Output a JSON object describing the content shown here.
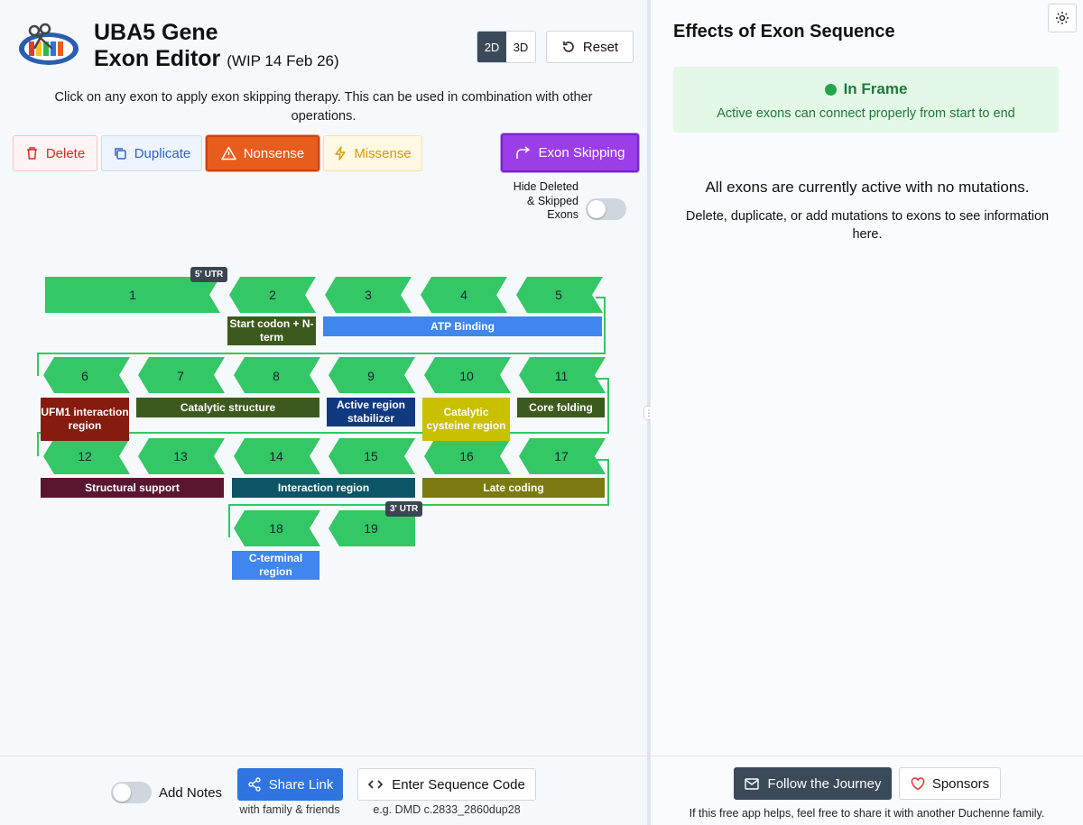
{
  "header": {
    "title_line1": "UBA5 Gene",
    "title_line2": "Exon Editor",
    "wip": "(WIP 14 Feb 26)",
    "view_2d": "2D",
    "view_3d": "3D",
    "reset_label": "Reset"
  },
  "instructions": "Click on any exon to apply exon skipping therapy. This can be used in combination with other operations.",
  "operations": {
    "delete": "Delete",
    "duplicate": "Duplicate",
    "nonsense": "Nonsense",
    "missense": "Missense",
    "exon_skipping": "Exon Skipping"
  },
  "hide_toggle_label": "Hide Deleted & Skipped Exons",
  "exons": [
    "1",
    "2",
    "3",
    "4",
    "5",
    "6",
    "7",
    "8",
    "9",
    "10",
    "11",
    "12",
    "13",
    "14",
    "15",
    "16",
    "17",
    "18",
    "19"
  ],
  "utr": {
    "five": "5' UTR",
    "three": "3' UTR"
  },
  "regions": {
    "start_codon": "Start codon + N-term",
    "atp_binding": "ATP Binding",
    "ufm1": "UFM1 interaction region",
    "catalytic_structure": "Catalytic structure",
    "active_region": "Active region stabilizer",
    "catalytic_cysteine": "Catalytic cysteine region",
    "core_folding": "Core folding",
    "structural_support": "Structural support",
    "interaction_region": "Interaction region",
    "late_coding": "Late coding",
    "c_terminal": "C-terminal region"
  },
  "colors": {
    "exon_fill": "#33c765",
    "start_codon": "#3d5a1e",
    "atp_binding": "#3f86ee",
    "ufm1": "#861b10",
    "catalytic_structure": "#3d5a1e",
    "active_region": "#103980",
    "catalytic_cysteine": "#c9c000",
    "core_folding": "#3d5a1e",
    "structural_support": "#5a1530",
    "interaction_region": "#0c5566",
    "late_coding": "#7a7a10",
    "c_terminal": "#3f86ee"
  },
  "bottom": {
    "add_notes": "Add Notes",
    "share_link": "Share Link",
    "share_sub": "with family & friends",
    "enter_sequence": "Enter Sequence Code",
    "sequence_example": "e.g. DMD c.2833_2860dup28"
  },
  "right": {
    "title": "Effects of Exon Sequence",
    "status_title": "In Frame",
    "status_desc": "Active exons can connect properly from start to end",
    "message_main": "All exons are currently active with no mutations.",
    "message_sub": "Delete, duplicate, or add mutations to exons to see information here.",
    "follow": "Follow the Journey",
    "sponsors": "Sponsors",
    "footer": "If this free app helps, feel free to share it with another Duchenne family."
  }
}
